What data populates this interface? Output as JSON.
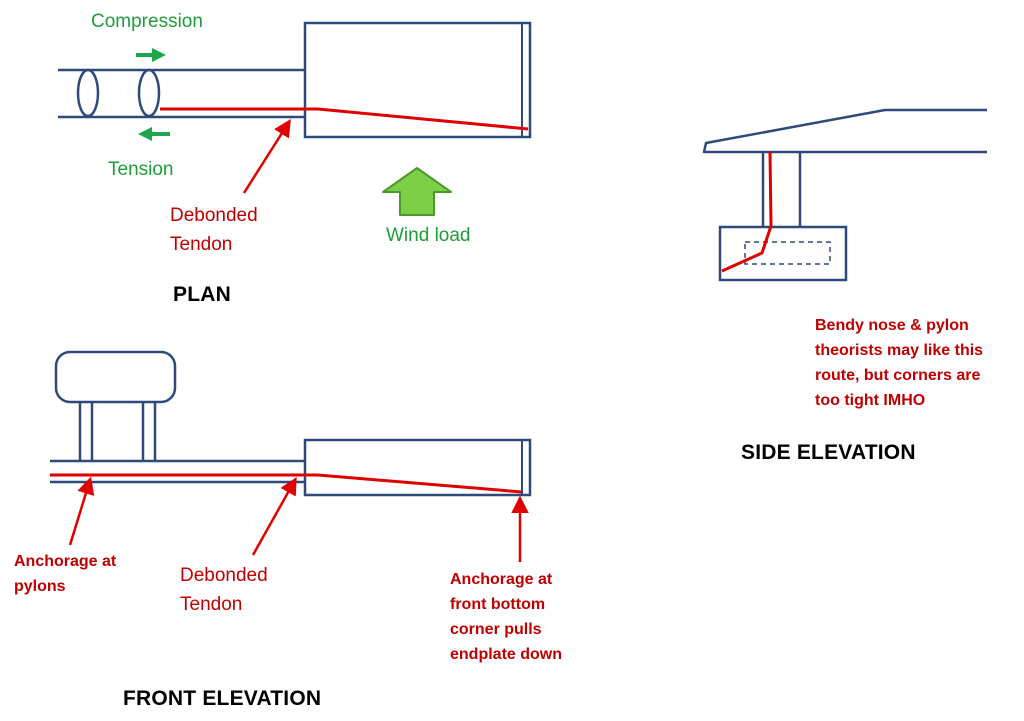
{
  "colors": {
    "structure": "#2f4a7a",
    "tendon": "#e00000",
    "annotation": "#c00000",
    "label_green": "#1e9e3a",
    "wind_arrow_fill": "#7ccf46",
    "wind_arrow_stroke": "#4a9a2a",
    "force_arrow": "#1fa64a"
  },
  "plan": {
    "heading": "PLAN",
    "compression_label": "Compression",
    "tension_label": "Tension",
    "debonded_line1": "Debonded",
    "debonded_line2": "Tendon",
    "wind_label": "Wind load"
  },
  "side": {
    "heading": "SIDE ELEVATION",
    "note_lines": [
      "Bendy nose & pylon",
      "theorists may like this",
      "route, but corners are",
      "too tight IMHO"
    ]
  },
  "front": {
    "heading": "FRONT ELEVATION",
    "pylon_anchor_line1": "Anchorage at",
    "pylon_anchor_line2": "pylons",
    "debonded_line1": "Debonded",
    "debonded_line2": "Tendon",
    "front_anchor_lines": [
      "Anchorage at",
      "front bottom",
      "corner pulls",
      "endplate down"
    ]
  }
}
